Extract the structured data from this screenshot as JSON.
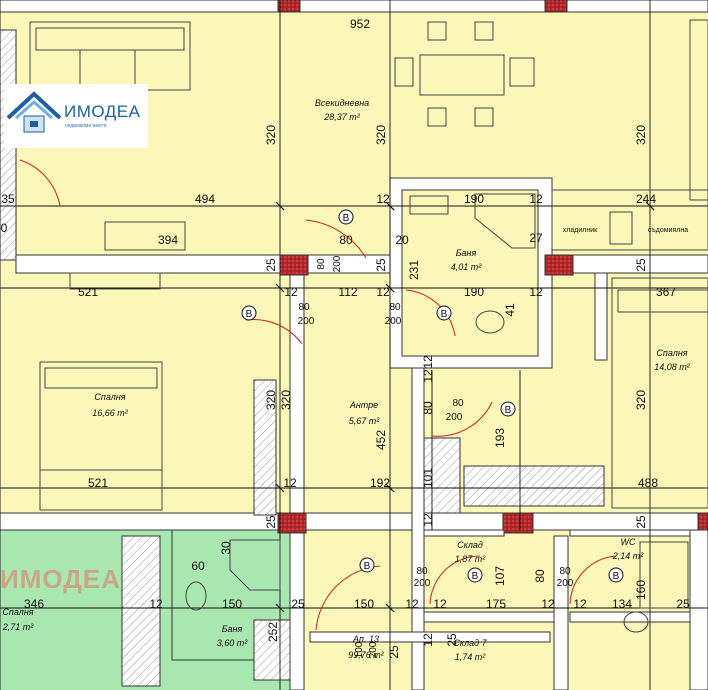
{
  "colors": {
    "floor": "#faf7b9",
    "neighbor": "#a9e7b0",
    "wall": "#ffffff",
    "column": "#b3262a",
    "watermark": "#c9a58a",
    "logo": "#1e5fa0"
  },
  "logo": {
    "text": "ИМОДЕА",
    "subtitle": "недвижими имоти"
  },
  "watermark": "ИМОДЕА",
  "rooms": [
    {
      "id": "living",
      "name": "Всекидневна",
      "area": "28,37 m²"
    },
    {
      "id": "bath1",
      "name": "Баня",
      "area": "4,01 m²"
    },
    {
      "id": "bed1",
      "name": "Спалня",
      "area": "16,66 m²"
    },
    {
      "id": "hall",
      "name": "Антре",
      "area": "5,67 m²"
    },
    {
      "id": "bed2",
      "name": "Спалня",
      "area": "14,08 m²"
    },
    {
      "id": "storage1",
      "name": "Склад",
      "area": "1,87 m²"
    },
    {
      "id": "wc",
      "name": "WC",
      "area": "2,14 m²"
    },
    {
      "id": "bath2",
      "name": "Баня",
      "area": "3,60 m²"
    },
    {
      "id": "neighbor_bed",
      "name": "Спалня",
      "area": "2,71 m²"
    },
    {
      "id": "apartment",
      "name": "Ап. 13",
      "area": "99,76 m²"
    },
    {
      "id": "storage7",
      "name": "Склад 7",
      "area": "1,74 m²"
    }
  ],
  "kitchen_labels": {
    "fridge": "хладилник",
    "dishwasher": "съдомиялна"
  },
  "dims": {
    "d952": "952",
    "d494": "494",
    "d244": "244",
    "d394": "394",
    "d190": "190",
    "d12": "12",
    "d80": "80",
    "d20": "20",
    "d27": "27",
    "d521": "521",
    "d112": "112",
    "d367": "367",
    "d320": "320",
    "d200": "200",
    "d25": "25",
    "d231": "231",
    "d41": "41",
    "d452": "452",
    "d193": "193",
    "d101": "101",
    "d192": "192",
    "d488": "488",
    "d30": "30",
    "d60": "60",
    "d346": "346",
    "d150": "150",
    "d175": "175",
    "d107": "107",
    "d134": "134",
    "d160": "160",
    "d252": "252",
    "d100": "100",
    "d35": "35",
    "d0": "0"
  },
  "door_marker": "B"
}
